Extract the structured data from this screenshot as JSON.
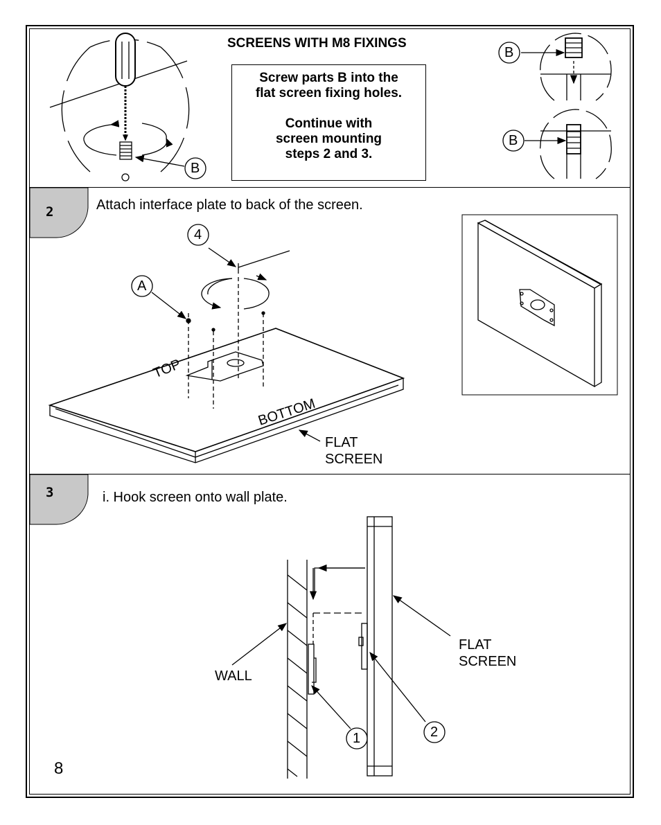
{
  "header": {
    "title": "SCREENS WITH M8 FIXINGS",
    "note_lines": [
      "Screw parts B into the",
      "flat screen fixing holes.",
      "",
      "Continue with",
      "screen mounting",
      "steps 2 and 3."
    ],
    "callout_b": "B"
  },
  "step2": {
    "number": "2",
    "instruction": "Attach interface plate to back of the screen.",
    "callout_4": "4",
    "callout_a": "A",
    "label_top": "TOP",
    "label_bottom": "BOTTOM",
    "label_flat": "FLAT",
    "label_screen": "SCREEN"
  },
  "step3": {
    "number": "3",
    "instruction": "i. Hook screen onto wall plate.",
    "label_wall": "WALL",
    "label_flat": "FLAT",
    "label_screen": "SCREEN",
    "callout_1": "1",
    "callout_2": "2"
  },
  "page": {
    "number": "8"
  }
}
